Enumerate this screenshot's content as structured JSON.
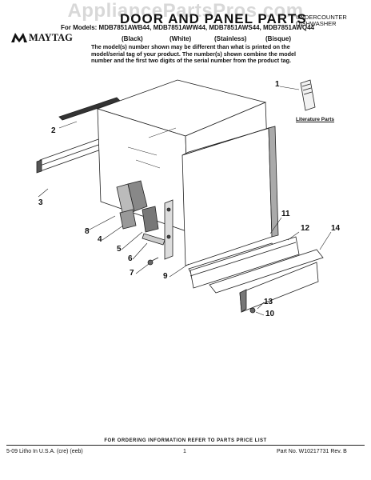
{
  "watermark": "AppliancePartsPros.com",
  "header": {
    "title": "DOOR AND PANEL PARTS",
    "category": "UNDERCOUNTER DISHWASHER",
    "brand": "MAYTAG",
    "models_line": "For Models: MDB7851AWB44, MDB7851AWW44, MDB7851AWS44, MDB7851AWQ44",
    "variants": [
      "(Black)",
      "(White)",
      "(Stainless)",
      "(Bisque)"
    ],
    "note": "The model(s) number shown may be different than what is printed on the model/serial tag of your product. The number(s) shown combine the model number and the first two digits of the serial number from the product tag."
  },
  "diagram": {
    "literature_label": "Literature Parts",
    "callouts": [
      "1",
      "2",
      "3",
      "4",
      "5",
      "6",
      "7",
      "8",
      "9",
      "10",
      "11",
      "12",
      "13",
      "14"
    ]
  },
  "footer": {
    "order_info": "FOR ORDERING INFORMATION REFER TO PARTS PRICE LIST",
    "litho": "5-09 Litho In U.S.A. (cre) (eeb)",
    "page": "1",
    "part_no": "Part No. W10217731 Rev. B"
  }
}
